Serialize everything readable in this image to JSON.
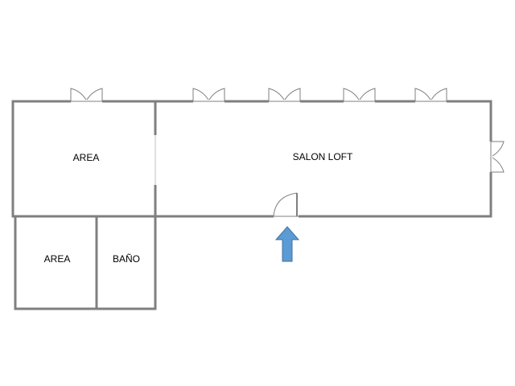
{
  "rooms": {
    "area_top": "AREA",
    "salon": "SALON LOFT",
    "area_bottom": "AREA",
    "bano": "BAÑO"
  },
  "icons": {
    "entrance": "arrow-up-icon",
    "windows": "window-icon",
    "door": "door-icon"
  },
  "colors": {
    "walls": "#7f7f7f",
    "entrance_arrow": "#5b9bd5"
  }
}
